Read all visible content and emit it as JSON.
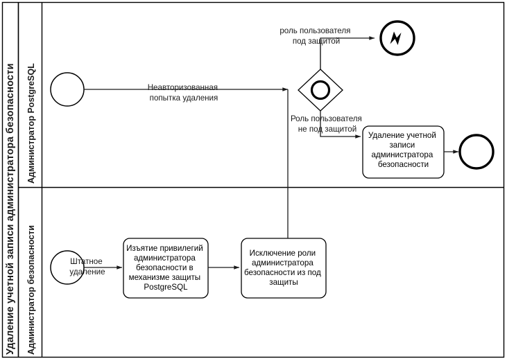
{
  "diagram": {
    "type": "bpmn-process-diagram",
    "pool_title": "Удаление учетной записи администратора безопасности",
    "lanes": [
      {
        "id": "lane-postgresql",
        "label": "Администратор PostgreSQL"
      },
      {
        "id": "lane-security-admin",
        "label": "Администратор безопасности"
      }
    ],
    "events": [
      {
        "id": "start-unauthorized",
        "kind": "start-event",
        "label": ""
      },
      {
        "id": "end-error",
        "kind": "error-end-event",
        "icon": "lightning-bolt-icon",
        "label": ""
      },
      {
        "id": "end-success",
        "kind": "end-event",
        "label": ""
      },
      {
        "id": "start-normal",
        "kind": "start-event",
        "label": "Штатное удаление"
      }
    ],
    "gateways": [
      {
        "id": "gateway-role-protection",
        "kind": "event-based-gateway",
        "icon": "circle-icon",
        "label": ""
      }
    ],
    "tasks": [
      {
        "id": "task-delete-account",
        "lane": "lane-postgresql",
        "lines": [
          "Удаление учетной",
          "записи",
          "администратора",
          "безопасности"
        ]
      },
      {
        "id": "task-revoke-privileges",
        "lane": "lane-security-admin",
        "lines": [
          "Изъятие привилегий",
          "администратора",
          "безопасности в",
          "механизме защиты",
          "PostgreSQL"
        ]
      },
      {
        "id": "task-exclude-role",
        "lane": "lane-security-admin",
        "lines": [
          "Исключение роли",
          "администратора",
          "безопасности из под",
          "защиты"
        ]
      }
    ],
    "flow_labels": [
      {
        "id": "flow-unauthorized",
        "lines": [
          "Неавторизованная",
          "попытка удаления"
        ]
      },
      {
        "id": "flow-role-protected",
        "lines": [
          "роль пользователя",
          "под защитой"
        ]
      },
      {
        "id": "flow-role-unprotected",
        "lines": [
          "Роль пользователя",
          "не под защитой"
        ]
      },
      {
        "id": "flow-normal-deletion",
        "lines": [
          "Штатное",
          "удаление"
        ]
      }
    ],
    "colors": {
      "stroke": "#000000",
      "text": "#1a1a1a",
      "background": "#ffffff"
    }
  }
}
